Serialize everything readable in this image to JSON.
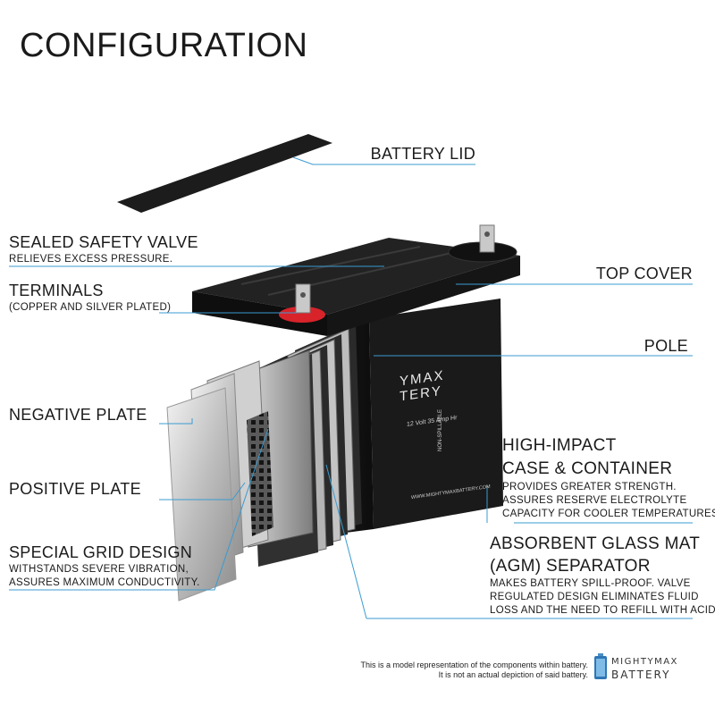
{
  "title": "CONFIGURATION",
  "labels": {
    "battery_lid": "BATTERY LID",
    "sealed_valve": "SEALED SAFETY VALVE",
    "sealed_valve_sub": "RELIEVES EXCESS PRESSURE.",
    "terminals": "TERMINALS",
    "terminals_sub": "(COPPER AND SILVER PLATED)",
    "top_cover": "TOP COVER",
    "pole": "POLE",
    "negative_plate": "NEGATIVE PLATE",
    "positive_plate": "POSITIVE PLATE",
    "grid_design": "SPECIAL GRID DESIGN",
    "grid_design_sub1": "WITHSTANDS SEVERE VIBRATION,",
    "grid_design_sub2": "ASSURES MAXIMUM CONDUCTIVITY.",
    "case_line1": "HIGH-IMPACT",
    "case_line2": "CASE & CONTAINER",
    "case_sub1": "PROVIDES GREATER STRENGTH.",
    "case_sub2": "ASSURES RESERVE ELECTROLYTE",
    "case_sub3": "CAPACITY FOR COOLER TEMPERATURES.",
    "agm_line1": "ABSORBENT GLASS MAT",
    "agm_line2": "(AGM) SEPARATOR",
    "agm_sub1": "MAKES BATTERY SPILL-PROOF. VALVE",
    "agm_sub2": "REGULATED DESIGN ELIMINATES FLUID",
    "agm_sub3": "LOSS AND THE NEED TO REFILL WITH ACID."
  },
  "battery_face": {
    "brand_line1": "YMAX",
    "brand_line2": "TERY",
    "spec": "12 Volt 35 Amp Hr",
    "non_spillable": "NON-SPILLABLE",
    "website": "WWW.MIGHTYMAXBATTERY.COM"
  },
  "disclaimer": {
    "line1": "This is a model representation of the components within battery.",
    "line2": "It is not an actual depiction of said battery."
  },
  "logo": {
    "line1": "MIGHTYMAX",
    "line2": "BATTERY"
  },
  "colors": {
    "leader": "#3b9bd1",
    "terminal_red": "#d8232a",
    "case_black": "#161616"
  }
}
